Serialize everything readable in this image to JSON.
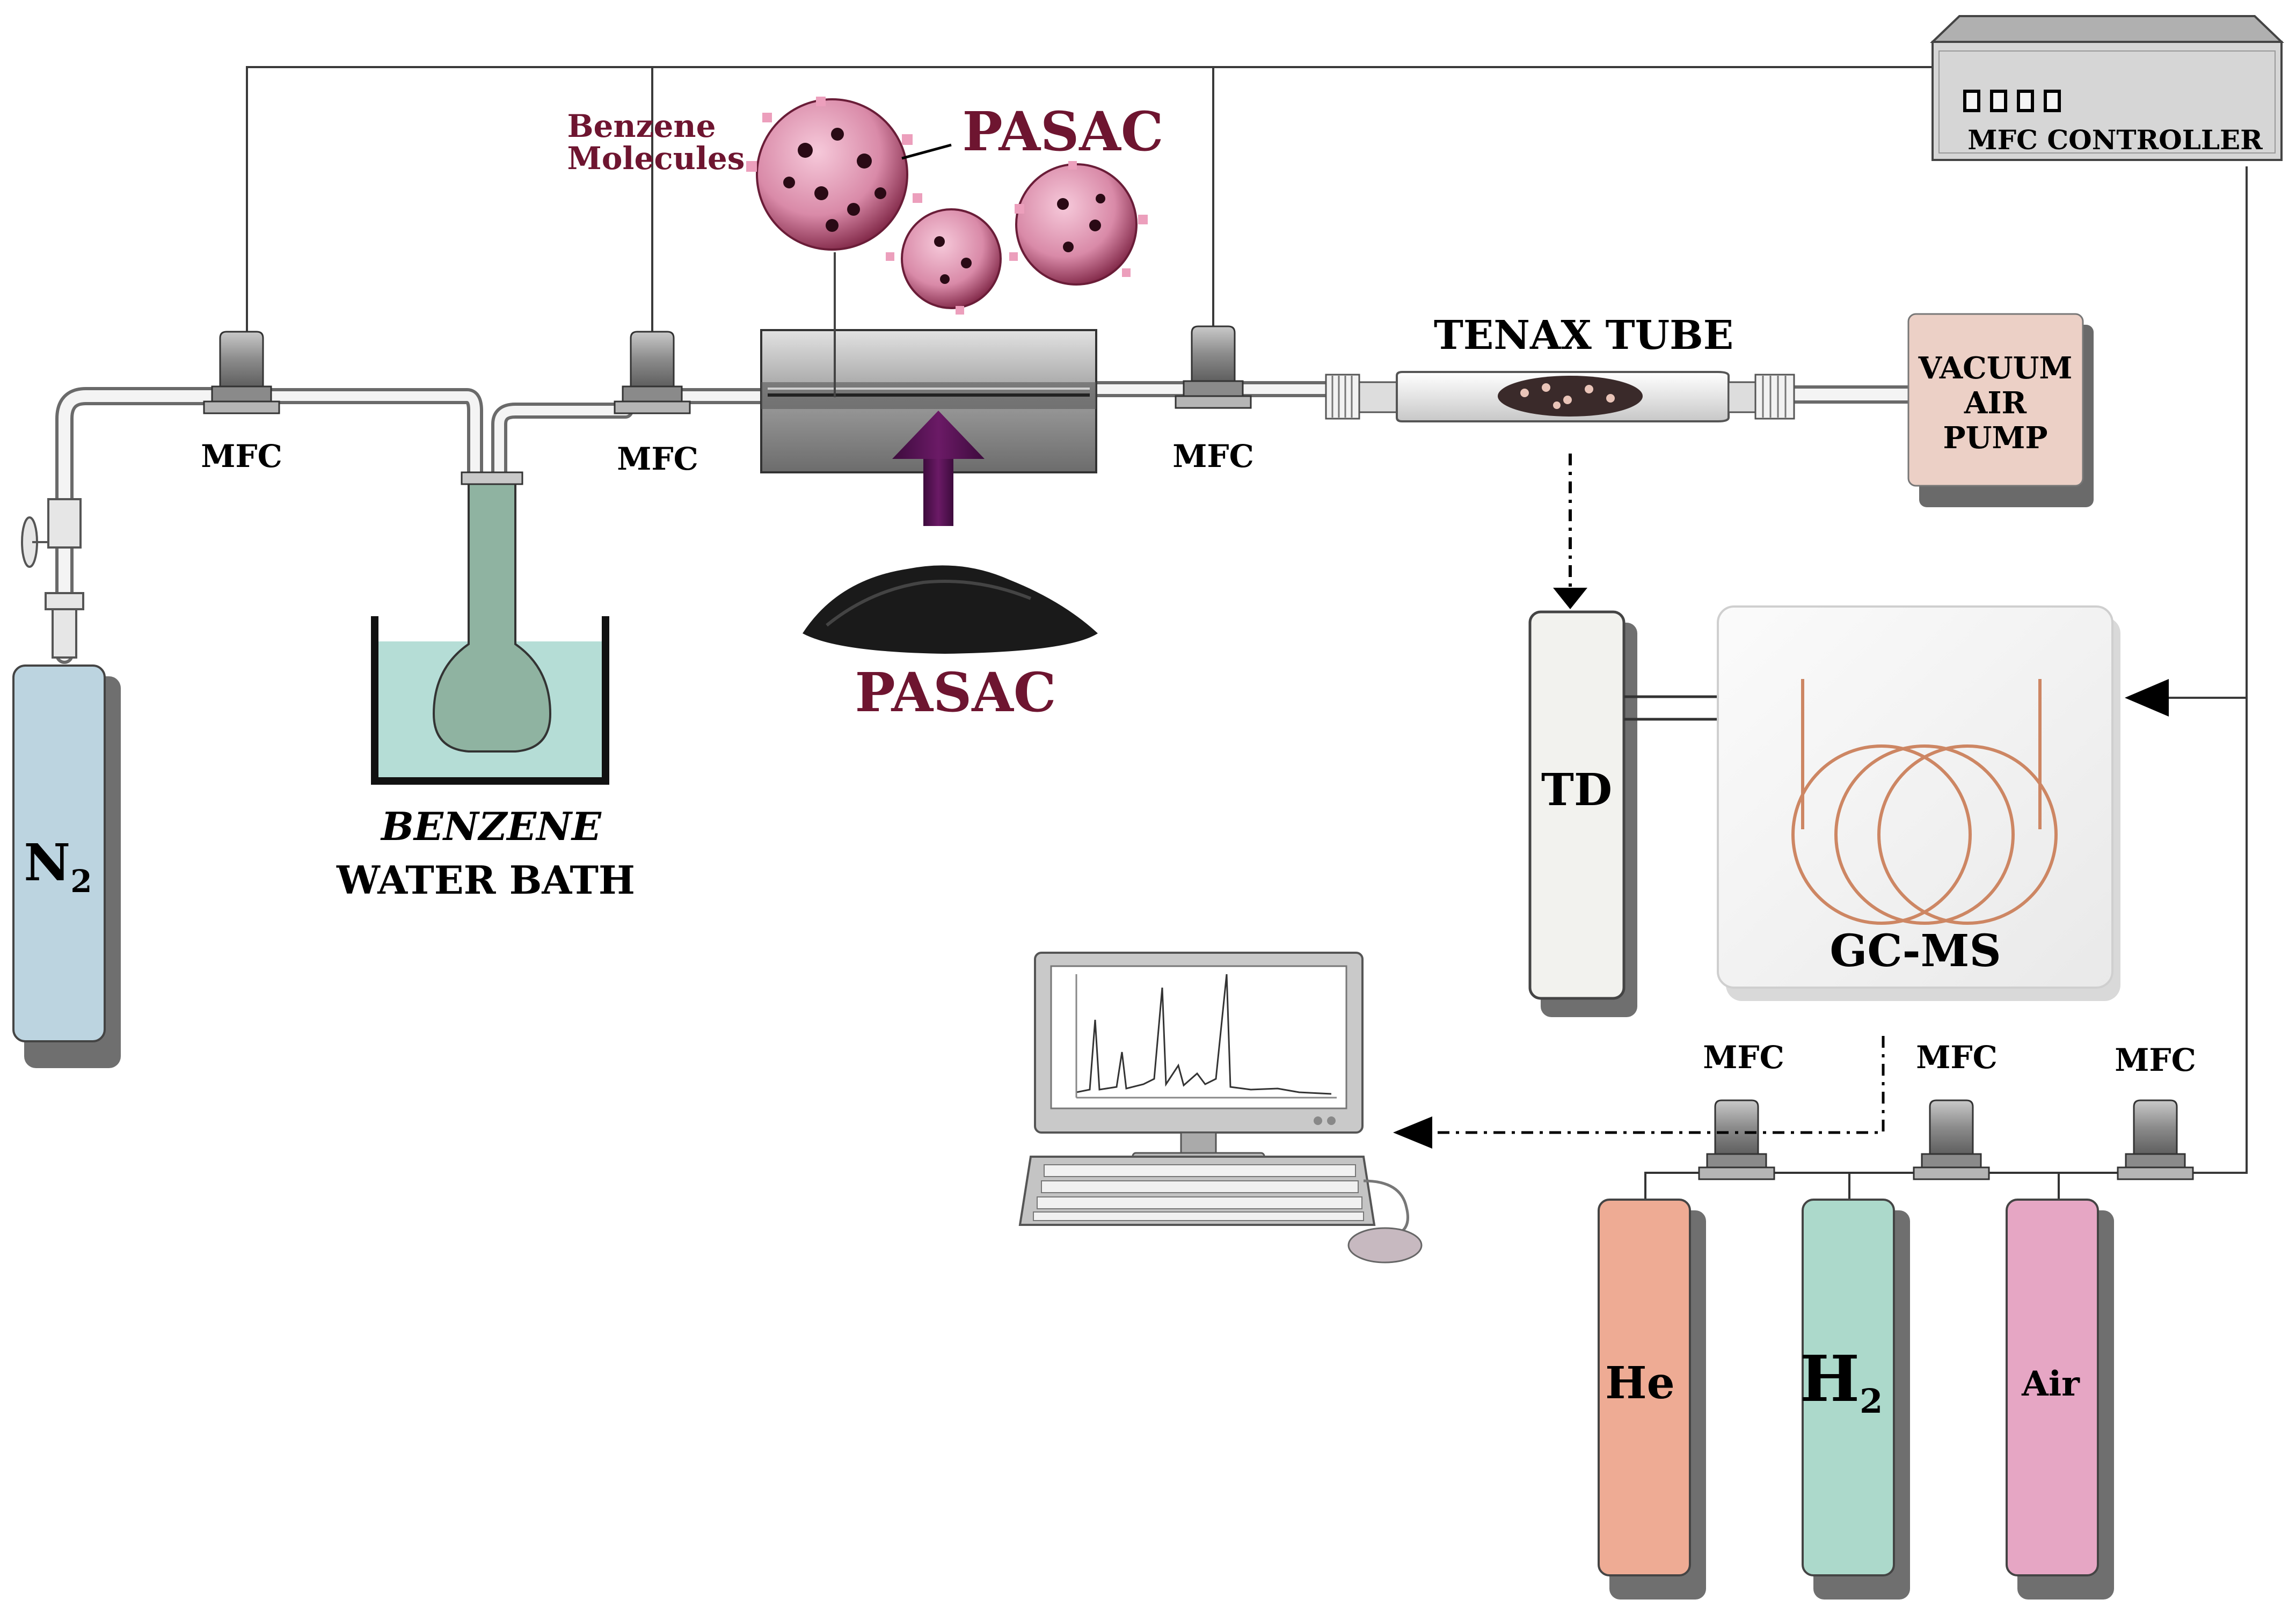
{
  "controller": {
    "label": "MFC CONTROLLER"
  },
  "mfc": {
    "left": "MFC",
    "middle": "MFC",
    "right": "MFC",
    "he_line": "MFC",
    "h2_line": "MFC",
    "air_line": "MFC"
  },
  "cylinders": {
    "n2": {
      "main": "N",
      "sub": "2",
      "color": "#bcd4e0"
    },
    "he": {
      "label": "He",
      "color": "#eeab94"
    },
    "h2": {
      "main": "H",
      "sub": "2",
      "color": "#acd9cb"
    },
    "air": {
      "label": "Air",
      "color": "#e6a6c4"
    }
  },
  "bath": {
    "title": "BENZENE",
    "subtitle": "WATER BATH"
  },
  "adsorbent": {
    "molecules_line1": "Benzene",
    "molecules_line2": "Molecules",
    "top_label": "PASAC",
    "bottom_label": "PASAC",
    "label_color": "#6e1530"
  },
  "tenax": {
    "label": "TENAX TUBE"
  },
  "pump": {
    "line1": "VACUUM",
    "line2": "AIR",
    "line3": "PUMP",
    "color": "#ecd0c6"
  },
  "td": {
    "label": "TD"
  },
  "gcms": {
    "label": "GC-MS",
    "coil_color": "#cd8663"
  }
}
